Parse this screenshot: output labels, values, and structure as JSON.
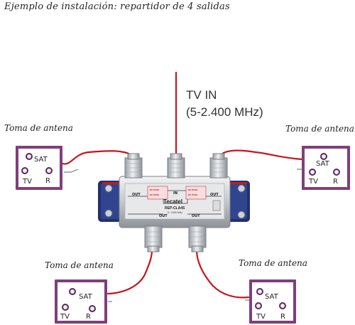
{
  "title": "Ejemplo de instalación: repartidor de 4 salidas",
  "tv_in": {
    "title": "TV IN",
    "range": "(5-2.400 MHz)"
  },
  "splitter": {
    "brand": "Tecatel",
    "model": "REP-CLA4S",
    "freq": "5 - 2400 MHz",
    "in_label": "IN",
    "out_label": "OUT",
    "dc_pass": "DC PASS"
  },
  "outlets": [
    {
      "tag": "Toma de antena",
      "sat": "SAT",
      "tv": "TV",
      "radio": "R"
    },
    {
      "tag": "Toma de antena",
      "sat": "SAT",
      "tv": "TV",
      "radio": "R"
    },
    {
      "tag": "Toma de antena",
      "sat": "SAT",
      "tv": "TV",
      "radio": "R"
    },
    {
      "tag": "Toma de antena",
      "sat": "SAT",
      "tv": "TV",
      "radio": "R"
    }
  ],
  "colors": {
    "cable": "#c8141c",
    "outlet_frame": "#7e3f7c",
    "bracket": "#23306d"
  }
}
